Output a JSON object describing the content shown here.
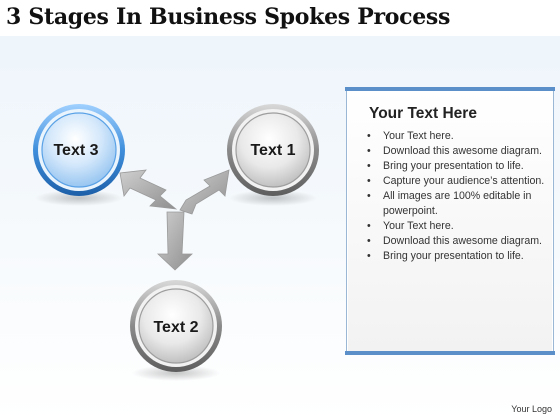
{
  "title": "3 Stages In Business Spokes Process",
  "nodes": {
    "text1": "Text 1",
    "text2": "Text 2",
    "text3": "Text 3"
  },
  "panel": {
    "title": "Your Text Here",
    "bullets": [
      "Your Text here.",
      "Download this awesome diagram.",
      "Bring your presentation to life.",
      "Capture your audience’s attention.",
      "All images are 100% editable in powerpoint.",
      "Your Text here.",
      "Download this awesome diagram.",
      "Bring your presentation to life."
    ]
  },
  "logo": "Your Logo",
  "colors": {
    "accent_blue": "#3f8fdc",
    "grey_ring": "#9a9a9a",
    "panel_bar": "#5b8fc9"
  }
}
